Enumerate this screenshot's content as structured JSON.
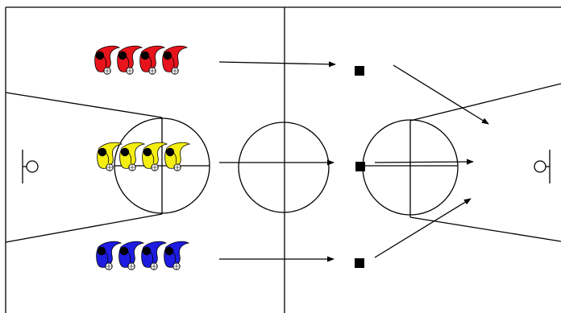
{
  "diagram": {
    "subject": "basketball-court-drill",
    "colors": {
      "background": "#ffffff",
      "lines": "#000000",
      "red_team": "#e8141c",
      "yellow_team": "#f4ee12",
      "blue_team": "#1d1ce0",
      "player_head": "#000000",
      "cone": "#000000"
    },
    "player_lines": [
      {
        "color_name": "red",
        "player_count": 4
      },
      {
        "color_name": "yellow",
        "player_count": 4
      },
      {
        "color_name": "blue",
        "player_count": 4
      }
    ],
    "cones": 3,
    "icons": [
      "player-icon",
      "cone-marker-icon",
      "basket-icon",
      "arrow-icon"
    ]
  }
}
